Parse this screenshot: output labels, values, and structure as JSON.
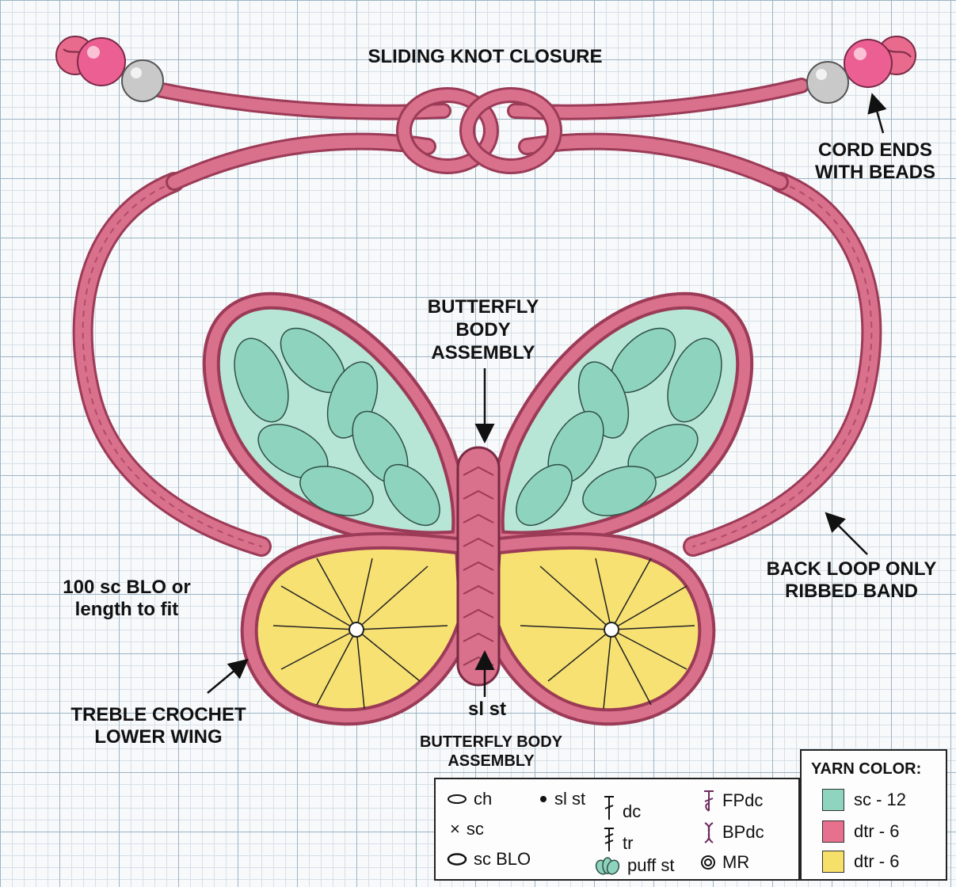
{
  "labels": {
    "title": "SLIDING KNOT CLOSURE",
    "cord_ends": [
      "CORD ENDS",
      "WITH BEADS"
    ],
    "body_top": [
      "BUTTERFLY",
      "BODY",
      "ASSEMBLY"
    ],
    "band": [
      "BACK LOOP ONLY",
      "RIBBED BAND"
    ],
    "length": [
      "100 sc BLO or",
      "length to fit"
    ],
    "lower_wing": [
      "TREBLE CROCHET",
      "LOWER WING"
    ],
    "sl_st": "sl st",
    "body_bottom": [
      "BUTTERFLY BODY",
      "ASSEMBLY"
    ]
  },
  "legend": {
    "ch": "ch",
    "sc": "sc",
    "sc_blo": "sc BLO",
    "sl_st": "sl st",
    "dc": "dc",
    "tr": "tr",
    "puff_st": "puff st",
    "fpdc": "FPdc",
    "bpdc": "BPdc",
    "mr": "MR"
  },
  "yarn": {
    "title": "YARN COLOR:",
    "items": [
      {
        "label": "sc - 12",
        "color": "#8fd4bf"
      },
      {
        "label": "dtr - 6",
        "color": "#e8708f"
      },
      {
        "label": "dtr - 6",
        "color": "#f6e06a"
      }
    ]
  },
  "colors": {
    "cord": "#d9708c",
    "cord_dark": "#9b3b57",
    "mint": "#b8e6d6",
    "petal": "#8ed3bd",
    "yellow": "#f7e172",
    "bead_pink": "#ec5f93",
    "bead_grey": "#c9c9c9"
  }
}
